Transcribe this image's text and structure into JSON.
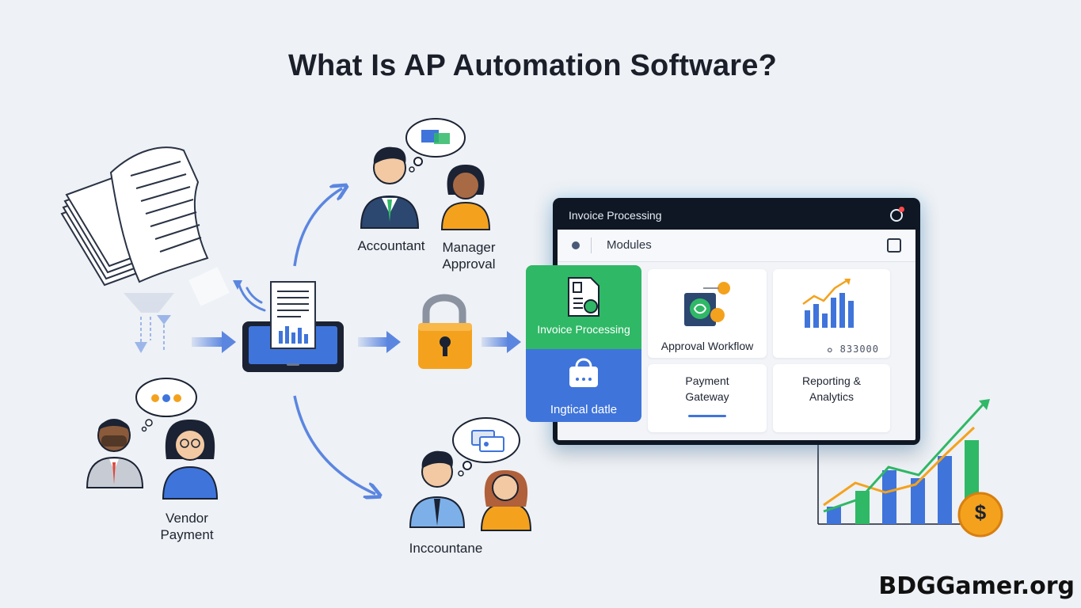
{
  "title": "What Is AP Automation Software?",
  "people_labels": {
    "accountant": "Accountant",
    "manager_line1": "Manager",
    "manager_line2": "Approval",
    "vendor_line1": "Vendor",
    "vendor_line2": "Payment",
    "bottom_group": "Inccountane"
  },
  "window": {
    "title": "Invoice Processing",
    "modules_label": "Modules",
    "green_card_label": "Invoice Processing",
    "blue_card_label": "Ingtical datle",
    "approval_card_label": "Approval Workflow",
    "chart_card_value": "๐ 833000",
    "payment_line1": "Payment",
    "payment_line2": "Gateway",
    "reporting_line1": "Reporting &",
    "reporting_line2": "Analytics"
  },
  "growth_chart": {
    "currency_symbol": "$"
  },
  "colors": {
    "arrow_blue": "#5b86e0",
    "green": "#2fb866",
    "blue": "#3f74db",
    "orange": "#f4a21d",
    "dark_window": "#0f1724"
  },
  "watermark": "BDGGamer.org"
}
